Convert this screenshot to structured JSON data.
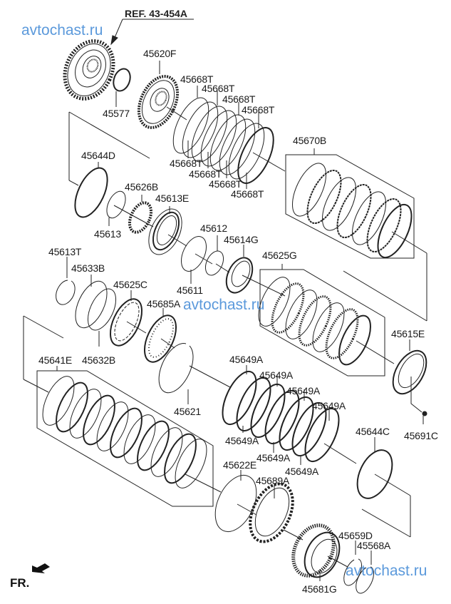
{
  "reference": {
    "label": "REF. 43-454A"
  },
  "watermarks": [
    "avtochast.ru",
    "avtochast.ru",
    "avtochast.ru"
  ],
  "direction_marker": {
    "label": "FR.",
    "icon": "front-arrow-icon"
  },
  "parts": [
    {
      "id": "p45620F",
      "number": "45620F"
    },
    {
      "id": "p45577",
      "number": "45577"
    },
    {
      "id": "p45668T_1",
      "number": "45668T"
    },
    {
      "id": "p45668T_2",
      "number": "45668T"
    },
    {
      "id": "p45668T_3",
      "number": "45668T"
    },
    {
      "id": "p45668T_4",
      "number": "45668T"
    },
    {
      "id": "p45668T_5",
      "number": "45668T"
    },
    {
      "id": "p45668T_6",
      "number": "45668T"
    },
    {
      "id": "p45668T_7",
      "number": "45668T"
    },
    {
      "id": "p45668T_8",
      "number": "45668T"
    },
    {
      "id": "p45670B",
      "number": "45670B"
    },
    {
      "id": "p45644D",
      "number": "45644D"
    },
    {
      "id": "p45626B",
      "number": "45626B"
    },
    {
      "id": "p45613E",
      "number": "45613E"
    },
    {
      "id": "p45613",
      "number": "45613"
    },
    {
      "id": "p45612",
      "number": "45612"
    },
    {
      "id": "p45614G",
      "number": "45614G"
    },
    {
      "id": "p45611",
      "number": "45611"
    },
    {
      "id": "p45613T",
      "number": "45613T"
    },
    {
      "id": "p45633B",
      "number": "45633B"
    },
    {
      "id": "p45625C",
      "number": "45625C"
    },
    {
      "id": "p45685A",
      "number": "45685A"
    },
    {
      "id": "p45625G",
      "number": "45625G"
    },
    {
      "id": "p45632B",
      "number": "45632B"
    },
    {
      "id": "p45615E",
      "number": "45615E"
    },
    {
      "id": "p45641E",
      "number": "45641E"
    },
    {
      "id": "p45621",
      "number": "45621"
    },
    {
      "id": "p45649A_1",
      "number": "45649A"
    },
    {
      "id": "p45649A_2",
      "number": "45649A"
    },
    {
      "id": "p45649A_3",
      "number": "45649A"
    },
    {
      "id": "p45649A_4",
      "number": "45649A"
    },
    {
      "id": "p45649A_5",
      "number": "45649A"
    },
    {
      "id": "p45649A_6",
      "number": "45649A"
    },
    {
      "id": "p45649A_7",
      "number": "45649A"
    },
    {
      "id": "p45691C",
      "number": "45691C"
    },
    {
      "id": "p45644C",
      "number": "45644C"
    },
    {
      "id": "p45622E",
      "number": "45622E"
    },
    {
      "id": "p45689A",
      "number": "45689A"
    },
    {
      "id": "p45659D",
      "number": "45659D"
    },
    {
      "id": "p45568A",
      "number": "45568A"
    },
    {
      "id": "p45681G",
      "number": "45681G"
    }
  ],
  "colors": {
    "line": "#222222",
    "watermark": "#4a8fd8"
  }
}
